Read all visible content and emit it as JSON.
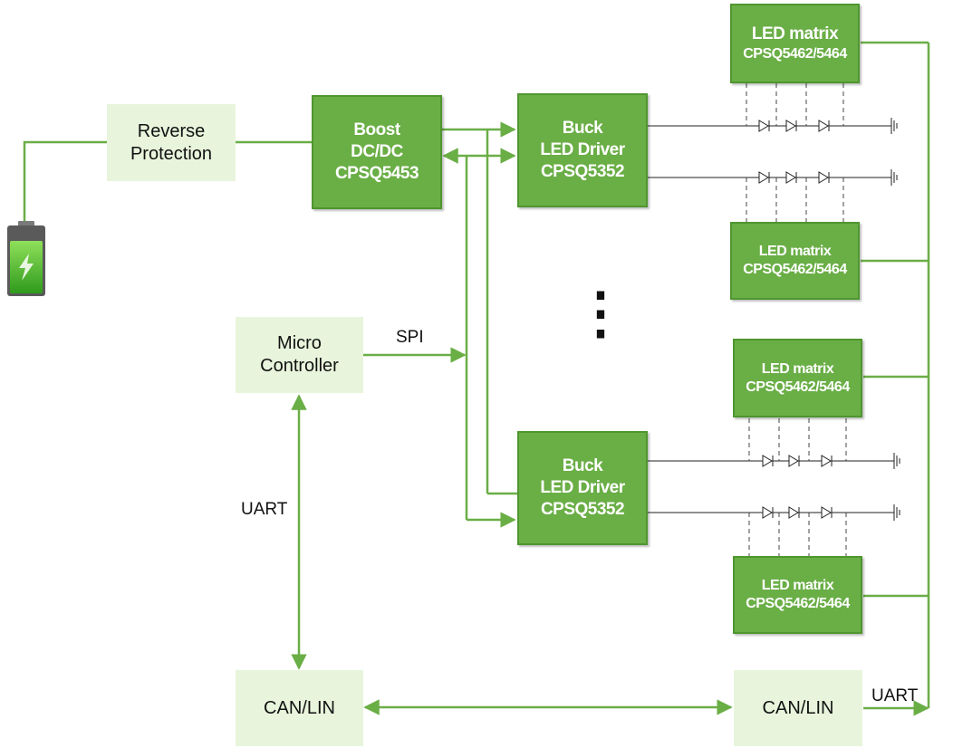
{
  "blocks": {
    "reverse_protection": [
      "Reverse",
      "Protection"
    ],
    "boost": [
      "Boost",
      "DC/DC",
      "CPSQ5453"
    ],
    "buck_top": [
      "Buck",
      "LED Driver",
      "CPSQ5352"
    ],
    "buck_bottom": [
      "Buck",
      "LED Driver",
      "CPSQ5352"
    ],
    "micro_controller": [
      "Micro",
      "Controller"
    ],
    "can_lin_left": "CAN/LIN",
    "can_lin_right": "CAN/LIN",
    "led_matrix_1": [
      "LED matrix",
      "CPSQ5462/5464"
    ],
    "led_matrix_2": [
      "LED matrix",
      "CPSQ5462/5464"
    ],
    "led_matrix_3": [
      "LED matrix",
      "CPSQ5462/5464"
    ],
    "led_matrix_4": [
      "LED matrix",
      "CPSQ5462/5464"
    ]
  },
  "labels": {
    "spi": "SPI",
    "uart_left": "UART",
    "uart_right": "UART",
    "ellipsis": "⋮"
  },
  "colors": {
    "connector": "#6aae46",
    "dark_block": "#6aae46",
    "light_block": "#e8f5dc",
    "battery": "#55c03a"
  },
  "icons": {
    "battery": "battery-charging-icon",
    "led": "led-diode-icon",
    "ground": "ground-symbol-icon"
  }
}
